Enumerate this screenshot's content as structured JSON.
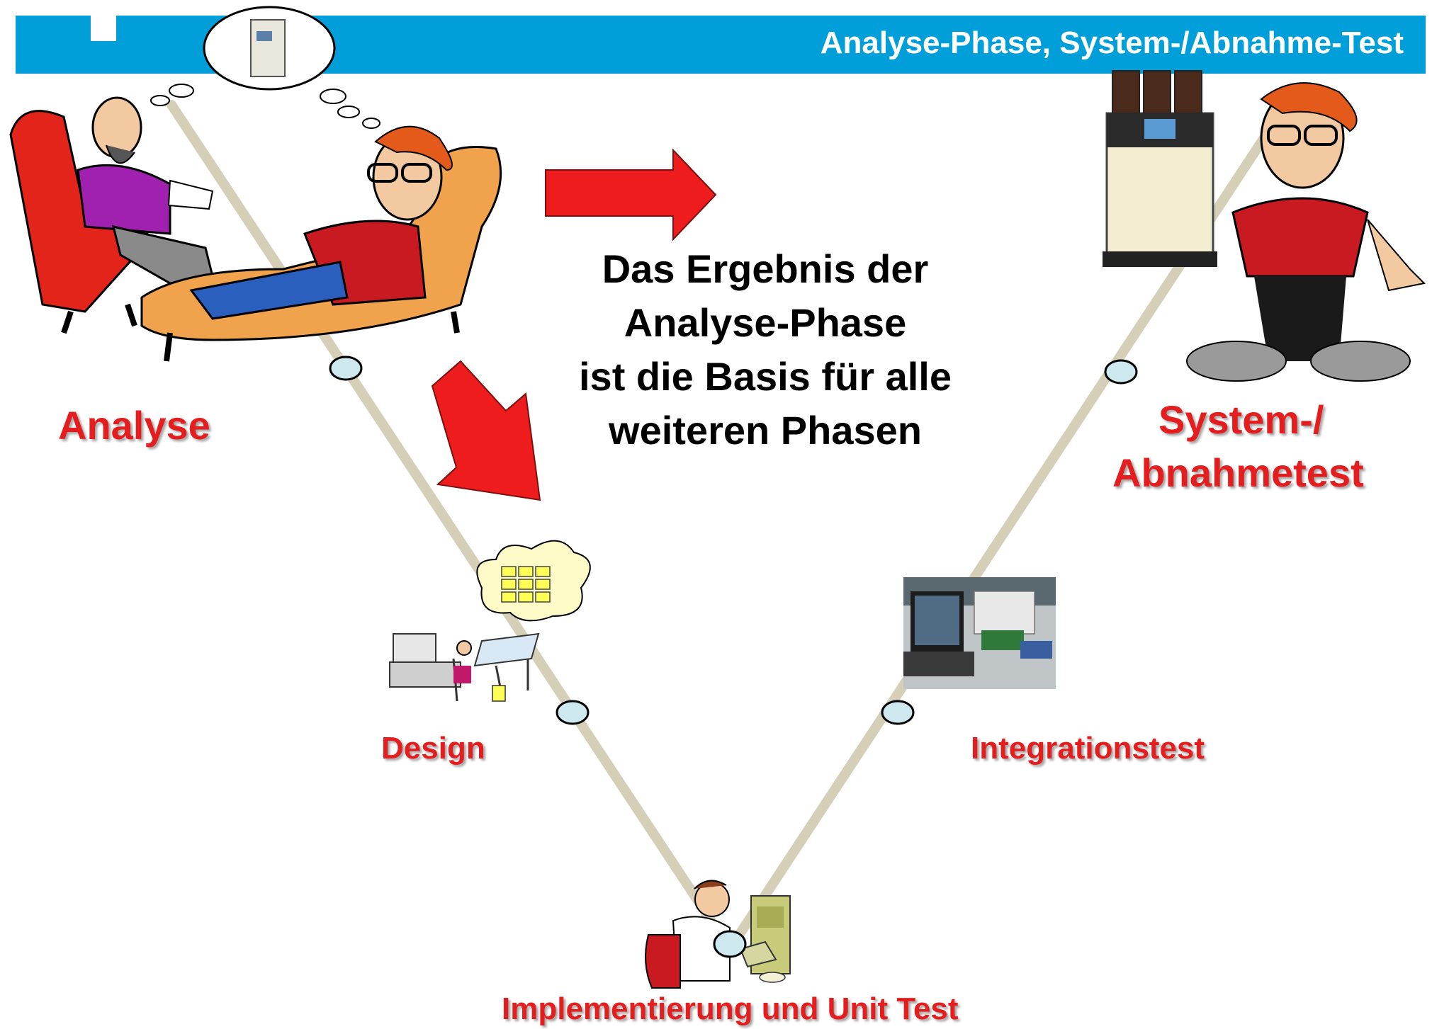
{
  "header": {
    "title": "Analyse-Phase, System-/Abnahme-Test"
  },
  "message": {
    "lines": [
      "Das Ergebnis der",
      "Analyse-Phase",
      "ist die Basis für alle",
      "weiteren Phasen"
    ]
  },
  "phases": {
    "analysis": "Analyse",
    "design": "Design",
    "implementation": "Implementierung und Unit Test",
    "integration_test": "Integrationstest",
    "system_test_line1": "System-/",
    "system_test_line2": "Abnahmetest"
  },
  "colors": {
    "header_bar": "#009fda",
    "phase_label": "#e41e1e",
    "v_line": "#d4cfb6",
    "node_fill": "#cde8ee",
    "arrow": "#ee1c1c"
  }
}
